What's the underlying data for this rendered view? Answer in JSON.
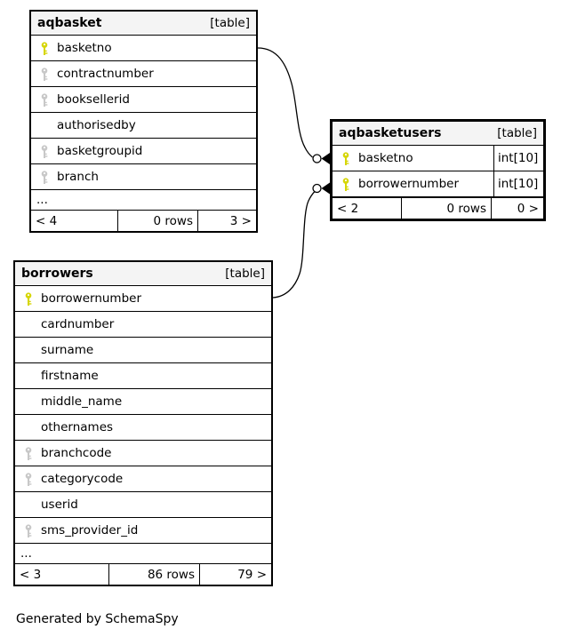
{
  "diagram": {
    "generator_note": "Generated by SchemaSpy",
    "colors": {
      "primary_key": "#d6d606",
      "foreign_key": "#c8c8c8",
      "header_bg": "#f4f4f4",
      "border": "#000000"
    },
    "tables": {
      "aqbasket": {
        "title": "aqbasket",
        "badge": "[table]",
        "columns": [
          {
            "name": "basketno",
            "key": "primary"
          },
          {
            "name": "contractnumber",
            "key": "foreign"
          },
          {
            "name": "booksellerid",
            "key": "foreign"
          },
          {
            "name": "authorisedby",
            "key": "none"
          },
          {
            "name": "basketgroupid",
            "key": "foreign"
          },
          {
            "name": "branch",
            "key": "foreign"
          }
        ],
        "ellipsis": "...",
        "footer": {
          "parents": "< 4",
          "rows": "0 rows",
          "children": "3 >"
        }
      },
      "aqbasketusers": {
        "title": "aqbasketusers",
        "badge": "[table]",
        "columns": [
          {
            "name": "basketno",
            "key": "primary",
            "type": "int[10]"
          },
          {
            "name": "borrowernumber",
            "key": "primary",
            "type": "int[10]"
          }
        ],
        "footer": {
          "parents": "< 2",
          "rows": "0 rows",
          "children": "0 >"
        }
      },
      "borrowers": {
        "title": "borrowers",
        "badge": "[table]",
        "columns": [
          {
            "name": "borrowernumber",
            "key": "primary"
          },
          {
            "name": "cardnumber",
            "key": "none"
          },
          {
            "name": "surname",
            "key": "none"
          },
          {
            "name": "firstname",
            "key": "none"
          },
          {
            "name": "middle_name",
            "key": "none"
          },
          {
            "name": "othernames",
            "key": "none"
          },
          {
            "name": "branchcode",
            "key": "foreign"
          },
          {
            "name": "categorycode",
            "key": "foreign"
          },
          {
            "name": "userid",
            "key": "none"
          },
          {
            "name": "sms_provider_id",
            "key": "foreign"
          }
        ],
        "ellipsis": "...",
        "footer": {
          "parents": "< 3",
          "rows": "86 rows",
          "children": "79 >"
        }
      }
    },
    "relationships": [
      {
        "from": "aqbasket.basketno",
        "to": "aqbasketusers.basketno"
      },
      {
        "from": "borrowers.borrowernumber",
        "to": "aqbasketusers.borrowernumber"
      }
    ]
  }
}
